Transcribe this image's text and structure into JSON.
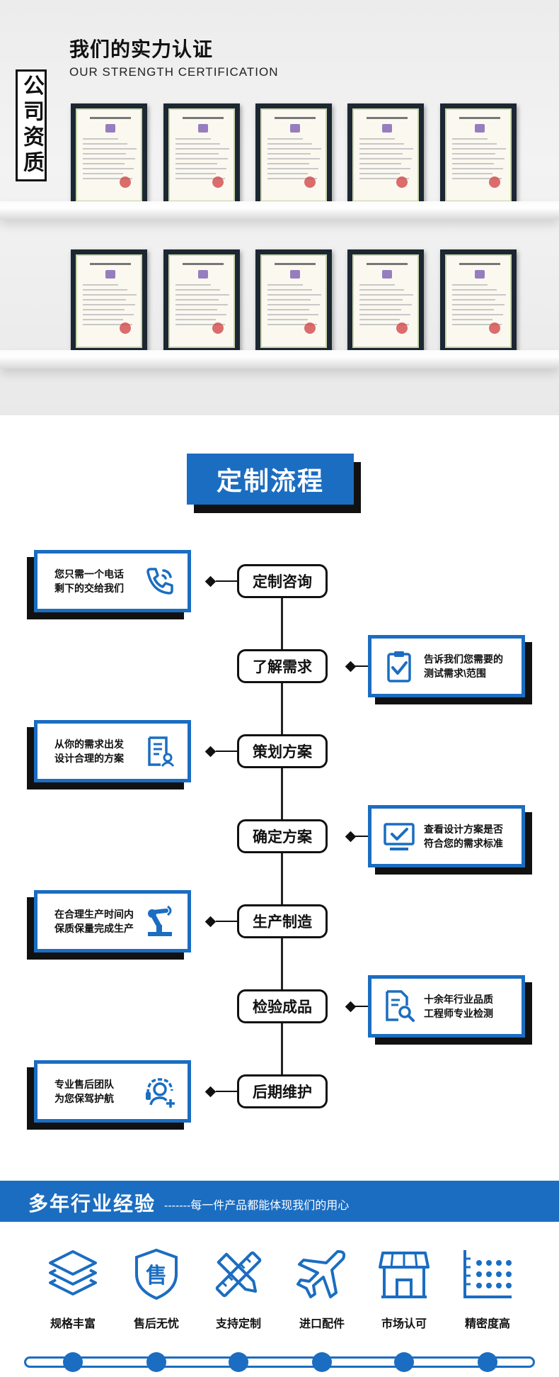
{
  "certification": {
    "title": "我们的实力认证",
    "subtitle": "OUR STRENGTH CERTIFICATION",
    "badge": "公司资质"
  },
  "process": {
    "title": "定制流程",
    "steps": [
      {
        "label": "定制咨询",
        "desc": "您只需一个电话\n剩下的交给我们",
        "side": "left",
        "icon": "phone-call-icon"
      },
      {
        "label": "了解需求",
        "desc": "告诉我们您需要的\n测试需求\\范围",
        "side": "right",
        "icon": "clipboard-check-icon"
      },
      {
        "label": "策划方案",
        "desc": "从你的需求出发\n设计合理的方案",
        "side": "left",
        "icon": "document-person-icon"
      },
      {
        "label": "确定方案",
        "desc": "查看设计方案是否\n符合您的需求标准",
        "side": "right",
        "icon": "monitor-check-icon"
      },
      {
        "label": "生产制造",
        "desc": "在合理生产时间内\n保质保量完成生产",
        "side": "left",
        "icon": "robot-arm-icon"
      },
      {
        "label": "检验成品",
        "desc": "十余年行业品质\n工程师专业检测",
        "side": "right",
        "icon": "document-search-icon"
      },
      {
        "label": "后期维护",
        "desc": "专业售后团队\n为您保驾护航",
        "side": "left",
        "icon": "headset-plus-icon"
      }
    ]
  },
  "experience": {
    "title": "多年行业经验",
    "subtitle": "-------每一件产品都能体现我们的用心",
    "features": [
      {
        "label": "规格丰富",
        "icon": "layers-icon"
      },
      {
        "label": "售后无忧",
        "icon": "shield-sale-icon"
      },
      {
        "label": "支持定制",
        "icon": "pencil-ruler-icon"
      },
      {
        "label": "进口配件",
        "icon": "airplane-icon"
      },
      {
        "label": "市场认可",
        "icon": "storefront-icon"
      },
      {
        "label": "精密度高",
        "icon": "precision-grid-icon"
      }
    ]
  },
  "colors": {
    "accent": "#1b6dc1",
    "dark": "#111111"
  }
}
